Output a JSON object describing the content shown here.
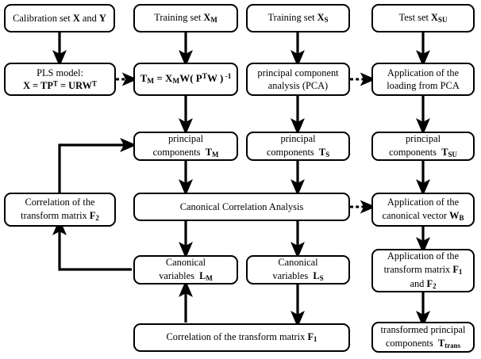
{
  "diagram": {
    "title": "PLS / CCA transfer workflow flowchart",
    "background": "#ffffff",
    "line_color": "#000000",
    "nodes": {
      "calibration_set": "Calibration set X and Y",
      "training_set_m": "Training set XM",
      "training_set_s": "Training set XS",
      "test_set_su": "Test set XSU",
      "pls_model": "PLS model: X = TPT = URWT",
      "tm_equation": "TM = XMW( PTW ) -1",
      "pca": "principal component analysis (PCA)",
      "loading_from_pca": "Application of the loading from PCA",
      "pc_tm": "principal components  TM",
      "pc_ts": "principal components  TS",
      "pc_tsu": "principal components  TSU",
      "correlation_f2": "Correlation of the transform matrix F2",
      "cca": "Canonical Correlation Analysis",
      "canonical_vector_wb": "Application of the canonical vector WB",
      "canonical_vars_lm": "Canonical variables  LM",
      "canonical_vars_ls": "Canonical variables  LS",
      "transform_matrix_f1f2": "Application of the transform matrix F1 and F2",
      "correlation_f1": "Correlation of the transform matrix F1",
      "transformed_pc": "transformed principal components  Ttrans"
    },
    "edges": [
      {
        "from": "calibration_set",
        "to": "pls_model",
        "style": "solid"
      },
      {
        "from": "training_set_m",
        "to": "tm_equation",
        "style": "solid"
      },
      {
        "from": "training_set_s",
        "to": "pca",
        "style": "solid"
      },
      {
        "from": "test_set_su",
        "to": "loading_from_pca",
        "style": "solid"
      },
      {
        "from": "pls_model",
        "to": "tm_equation",
        "style": "dashed"
      },
      {
        "from": "pca",
        "to": "loading_from_pca",
        "style": "dashed"
      },
      {
        "from": "tm_equation",
        "to": "pc_tm",
        "style": "solid"
      },
      {
        "from": "pca",
        "to": "pc_ts",
        "style": "solid"
      },
      {
        "from": "loading_from_pca",
        "to": "pc_tsu",
        "style": "solid"
      },
      {
        "from": "correlation_f2",
        "to": "pc_tm",
        "style": "solid"
      },
      {
        "from": "pc_tm",
        "to": "cca",
        "style": "solid"
      },
      {
        "from": "pc_ts",
        "to": "cca",
        "style": "solid"
      },
      {
        "from": "pc_tsu",
        "to": "canonical_vector_wb",
        "style": "solid"
      },
      {
        "from": "cca",
        "to": "canonical_vector_wb",
        "style": "dashed"
      },
      {
        "from": "cca",
        "to": "canonical_vars_lm",
        "style": "solid"
      },
      {
        "from": "cca",
        "to": "canonical_vars_ls",
        "style": "solid"
      },
      {
        "from": "canonical_vars_lm",
        "to": "correlation_f2",
        "style": "solid"
      },
      {
        "from": "correlation_f1",
        "to": "canonical_vars_lm",
        "style": "solid"
      },
      {
        "from": "canonical_vars_ls",
        "to": "correlation_f1",
        "style": "solid"
      },
      {
        "from": "canonical_vector_wb",
        "to": "transform_matrix_f1f2",
        "style": "solid"
      },
      {
        "from": "transform_matrix_f1f2",
        "to": "transformed_pc",
        "style": "solid"
      }
    ]
  }
}
